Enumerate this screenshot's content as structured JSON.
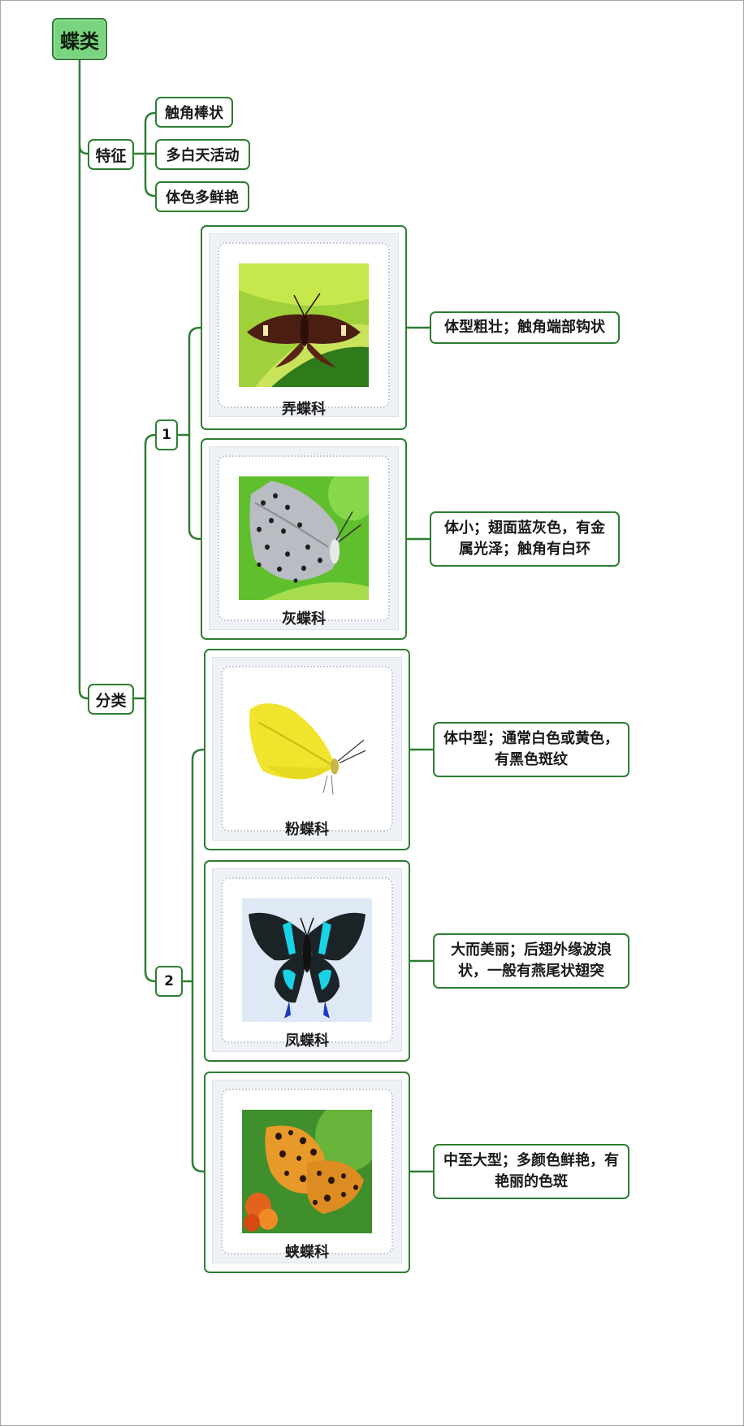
{
  "root": {
    "label": "蝶类"
  },
  "features": {
    "label": "特征",
    "items": [
      "触角棒状",
      "多白天活动",
      "体色多鲜艳"
    ]
  },
  "classification": {
    "label": "分类",
    "groups": [
      {
        "label": "1",
        "families": [
          {
            "name": "弄蝶科",
            "description": "体型粗壮；触角端部钩状",
            "photo_icon": "skipper-butterfly-icon"
          },
          {
            "name": "灰蝶科",
            "description": "体小；翅面蓝灰色，有金属光泽；触角有白环",
            "photo_icon": "blue-butterfly-icon"
          }
        ]
      },
      {
        "label": "2",
        "families": [
          {
            "name": "粉蝶科",
            "description": "体中型；通常白色或黄色，有黑色斑纹",
            "photo_icon": "yellow-butterfly-icon"
          },
          {
            "name": "凤蝶科",
            "description": "大而美丽；后翅外缘波浪状，一般有燕尾状翅突",
            "photo_icon": "swallowtail-butterfly-icon"
          },
          {
            "name": "蛱蝶科",
            "description": "中至大型；多颜色鲜艳，有艳丽的色斑",
            "photo_icon": "brushfoot-butterfly-icon"
          }
        ]
      }
    ]
  },
  "colors": {
    "line": "#2e7d32",
    "root_fill": "#79d47f",
    "border": "#2e7d32"
  }
}
